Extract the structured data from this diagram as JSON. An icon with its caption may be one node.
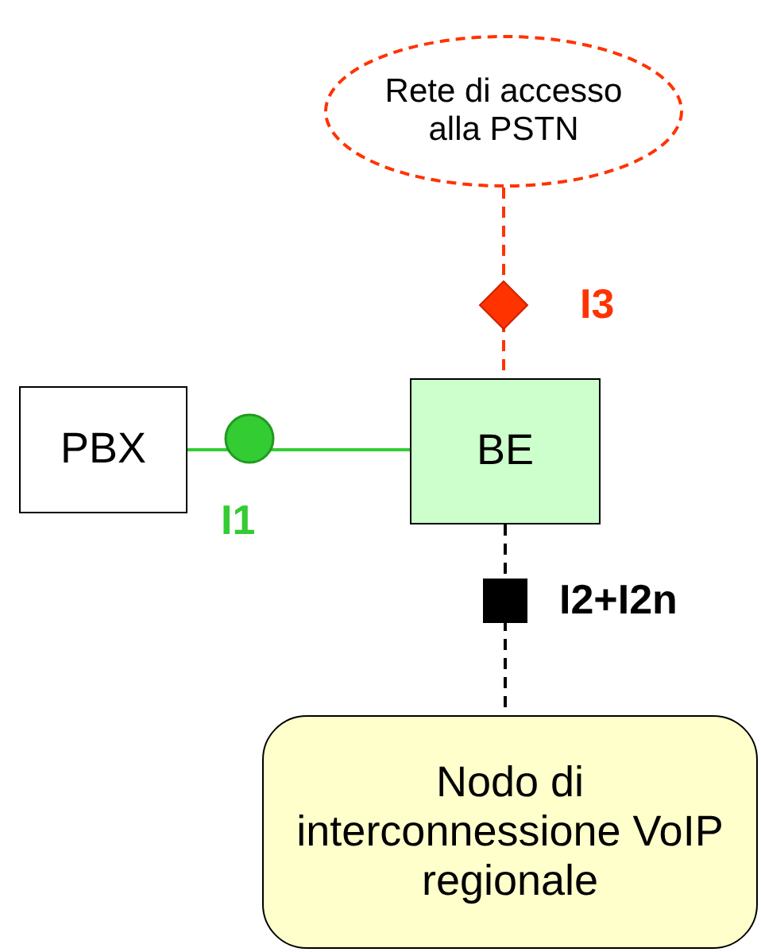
{
  "diagram": {
    "nodes": [
      {
        "text": [
          "Rete di accesso alla PSTN"
        ]
      },
      {
        "text": [
          "PBX"
        ]
      },
      {
        "text": [
          "BE"
        ]
      },
      {
        "text": [
          "Nodo di interconnessione VoIP regionale"
        ]
      }
    ],
    "edges": [
      {
        "from": 0,
        "to": 2,
        "arrow": "none",
        "style": "dashed",
        "color": "#ff3300"
      },
      {
        "from": 1,
        "to": 2,
        "arrow": "none",
        "color": "#33cc33"
      },
      {
        "from": 2,
        "to": 3,
        "arrow": "none",
        "style": "dashed",
        "color": "#000000"
      }
    ],
    "labels": [
      "I3",
      "I1",
      "I2+I2n"
    ]
  }
}
